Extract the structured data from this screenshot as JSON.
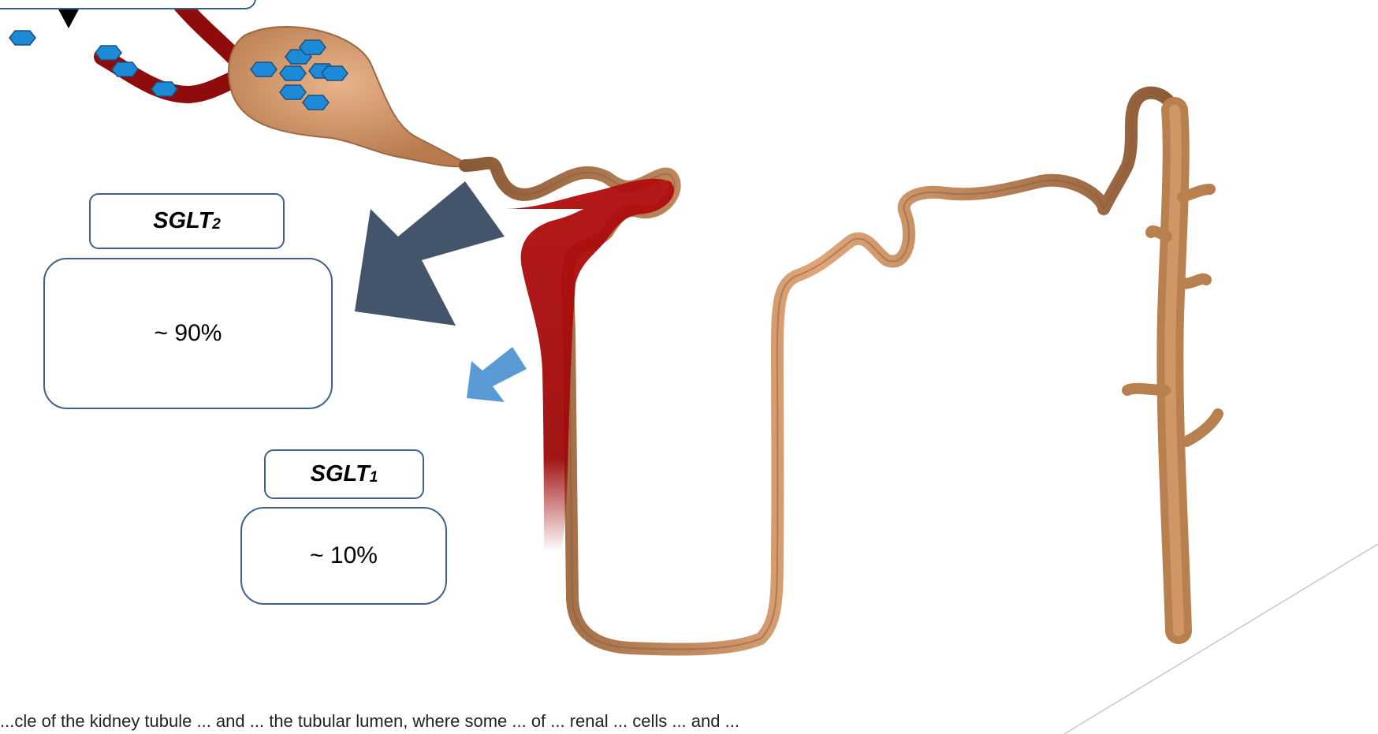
{
  "labels": {
    "sglt2_name": "SGLT",
    "sglt2_sub": "2",
    "sglt2_percent": "~ 90%",
    "sglt1_name": "SGLT",
    "sglt1_sub": "1",
    "sglt1_percent": "~ 10%"
  },
  "colors": {
    "tubule": "#c98e5e",
    "tubule_dark": "#8a5a36",
    "vessel": "#a00a0a",
    "glucose": "#1c8ad6",
    "glucose_stroke": "#1f4f7a",
    "big_arrow": "#44546a",
    "small_arrow": "#5b9bd5",
    "box_border": "#3f6089"
  },
  "icons": {
    "glucose": "hexagon-glucose-icon",
    "pointer": "down-triangle-icon"
  },
  "caption": "...cle of the kidney tubule ... and ... the tubular lumen, where some ... of ... renal ... cells ... and ..."
}
